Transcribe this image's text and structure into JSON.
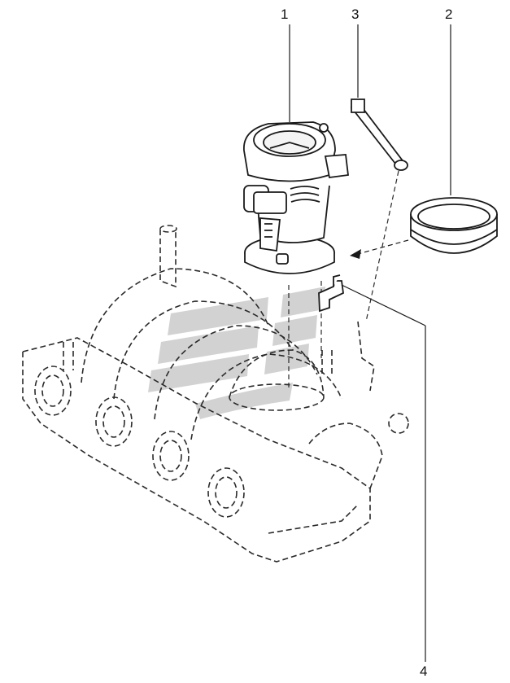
{
  "callouts": {
    "c1": "1",
    "c2": "2",
    "c3": "3",
    "c4": "4"
  },
  "colors": {
    "line": "#1a1a1a",
    "hidden": "#2a2a2a",
    "watermark": "#9c9c9c",
    "background": "#ffffff"
  },
  "icons": {
    "watermark": "brand-logo-watermark",
    "part1": "throttle-body-icon",
    "part2": "sealing-ring-icon",
    "part3": "linkage-rod-icon",
    "part4": "mounting-bracket-icon",
    "base": "intake-manifold-icon"
  }
}
